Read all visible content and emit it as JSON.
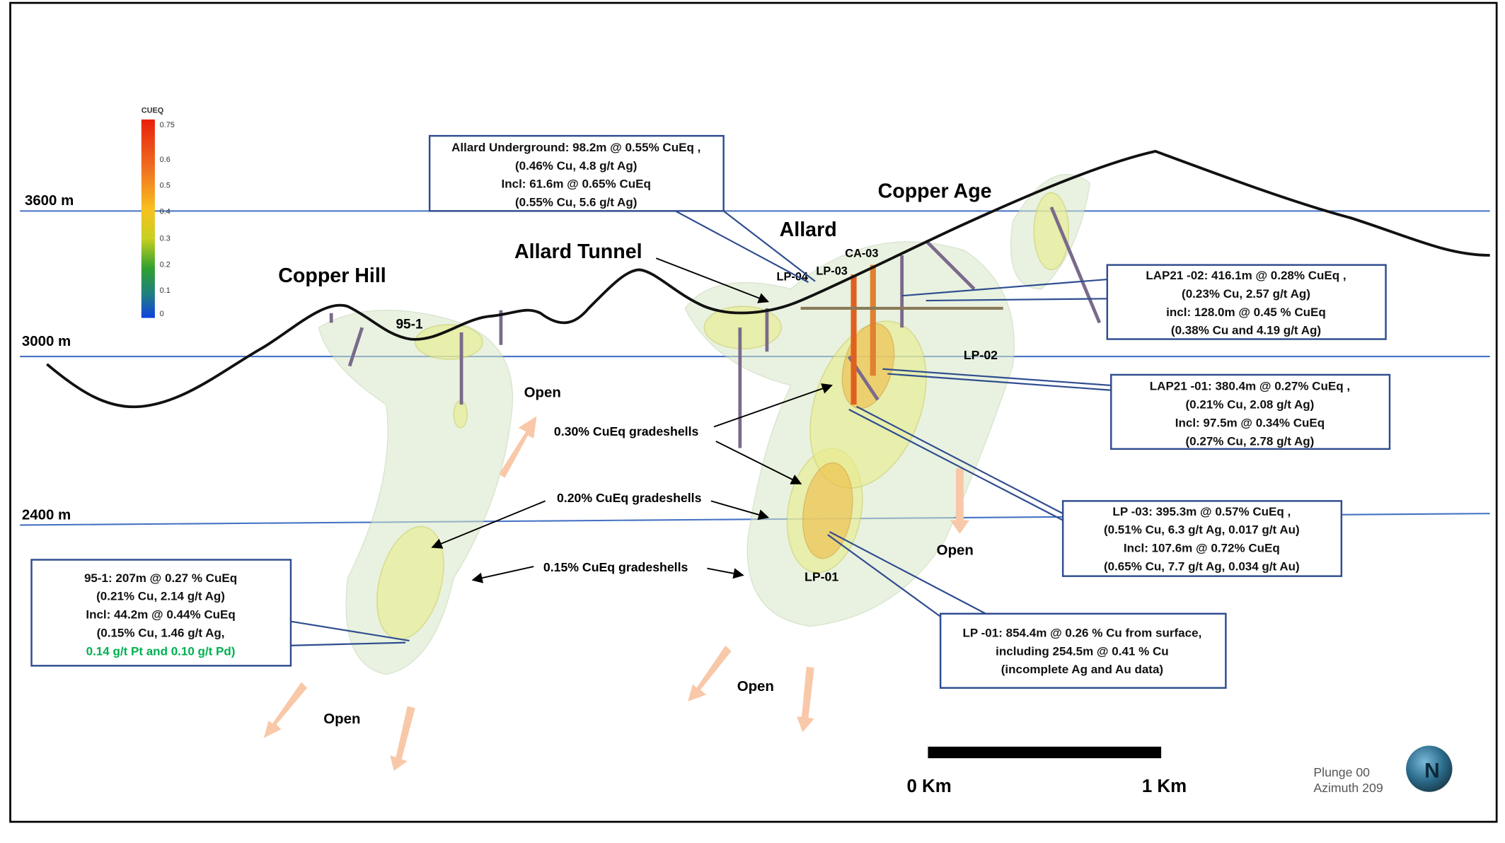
{
  "legend": {
    "title": "CUEQ",
    "ticks": [
      "0.75",
      "0.6",
      "0.5",
      "0.4",
      "0.3",
      "0.2",
      "0.1",
      "0"
    ]
  },
  "elevations": [
    "3600 m",
    "3000 m",
    "2400 m"
  ],
  "areas": {
    "copper_hill": "Copper Hill",
    "allard_tunnel": "Allard Tunnel",
    "allard": "Allard",
    "copper_age": "Copper Age"
  },
  "holes": {
    "h95": "95-1",
    "lp04": "LP-04",
    "lp03": "LP-03",
    "ca03": "CA-03",
    "lp02": "LP-02",
    "lp01": "LP-01"
  },
  "open_label": "Open",
  "gradeshells": [
    "0.30% CuEq gradeshells",
    "0.20% CuEq gradeshells",
    "0.15% CuEq gradeshells"
  ],
  "callouts": {
    "allard_ug": [
      "Allard Underground:   98.2m  @ 0.55%  CuEq ,",
      "(0.46% Cu, 4.8  g/t Ag)",
      "Incl: 61.6m  @ 0.65%  CuEq",
      "(0.55% Cu, 5.6  g/t Ag)"
    ],
    "lap21_02": [
      "LAP21 -02: 416.1m  @ 0.28%  CuEq ,",
      "(0.23% Cu, 2.57  g/t Ag)",
      "incl:  128.0m  @ 0.45 % CuEq",
      "(0.38% Cu and 4.19 g/t Ag)"
    ],
    "lap21_01": [
      "LAP21 -01: 380.4m  @ 0.27%  CuEq ,",
      "(0.21% Cu,  2.08 g/t Ag)",
      "Incl:  97.5m  @ 0.34%  CuEq",
      "(0.27% Cu, 2.78  g/t Ag)"
    ],
    "lp03": [
      "LP -03: 395.3m   @ 0.57%  CuEq ,",
      "(0.51% Cu, 6.3 g/t Ag, 0.017 g/t Au)",
      "Incl:  107.6m  @  0.72%  CuEq",
      "(0.65% Cu, 7.7 g/t Ag, 0.034 g/t Au)"
    ],
    "lp01": [
      "LP -01:  854.4m  @ 0.26 % Cu from surface,",
      "including 254.5m   @ 0.41 % Cu",
      "(incomplete Ag and Au data)"
    ],
    "h95": [
      "95-1: 207m   @ 0.27 % CuEq",
      "(0.21% Cu, 2.14 g/t Ag)",
      "Incl: 44.2m @   0.44%  CuEq",
      "(0.15% Cu, 1.46 g/t Ag,",
      "0.14 g/t Pt and 0.10 g/t Pd)"
    ]
  },
  "scale": {
    "start": "0 Km",
    "end": "1 Km"
  },
  "orientation": {
    "plunge": "Plunge 00",
    "azimuth": "Azimuth 209",
    "compass": "N"
  },
  "colors": {
    "frame": "#000000",
    "callout_border": "#2F4D8F",
    "elevation_line": "#4472C4",
    "open_arrow": "#F8C8A8",
    "pt_pd_text": "#00B050"
  }
}
